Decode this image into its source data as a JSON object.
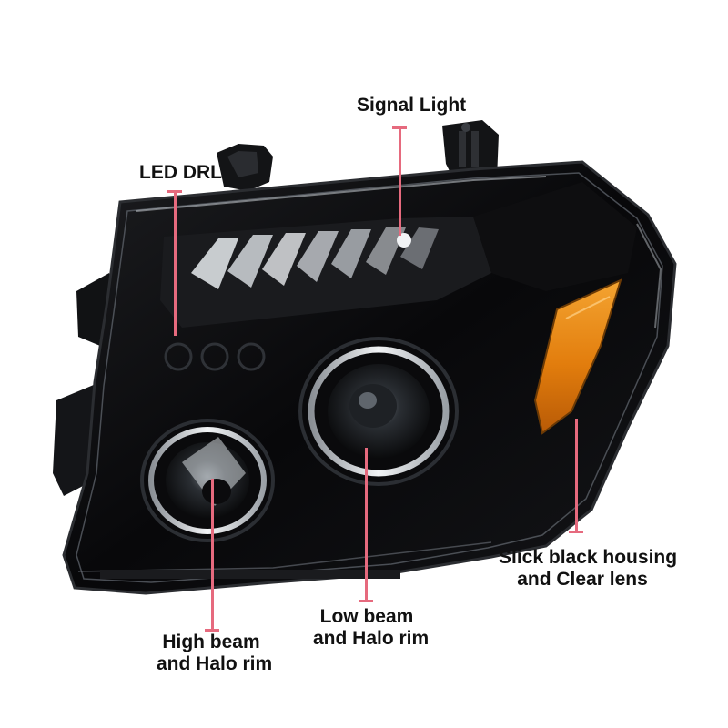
{
  "callouts": {
    "signal_light": "Signal Light",
    "led_drl": "LED DRL",
    "housing": {
      "line1": "Slick black housing",
      "line2": "and Clear lens"
    },
    "low_beam": {
      "line1": "Low beam",
      "line2": "and Halo rim"
    },
    "high_beam": {
      "line1": "High beam",
      "line2": "and Halo rim"
    }
  },
  "colors": {
    "pointer": "#e66a7e",
    "housing": "#0b0b0d",
    "amber": "#e8880e",
    "chrome": "#d8dde2"
  }
}
